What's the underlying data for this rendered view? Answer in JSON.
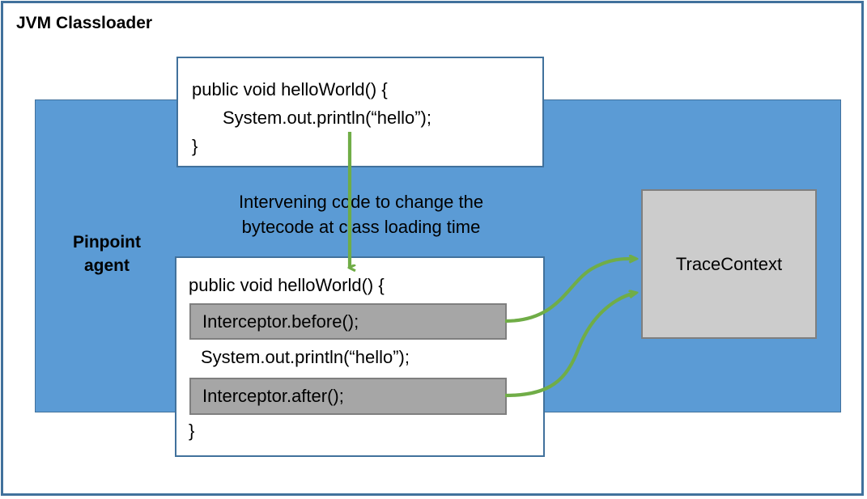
{
  "frame": {
    "title": "JVM Classloader",
    "border_color": "#41719C"
  },
  "agent_region": {
    "label": "Pinpoint\nagent",
    "label_line1": "Pinpoint",
    "label_line2": "agent",
    "fill_color": "#5B9BD5"
  },
  "original_code_box": {
    "lines": [
      "public void helloWorld() {",
      "System.out.println(“hello”);",
      "}"
    ]
  },
  "instrumented_code_box": {
    "line_signature": "public void helloWorld() {",
    "interceptor_before": "Interceptor.before();",
    "line_body": "System.out.println(“hello”);",
    "interceptor_after": "Interceptor.after();",
    "line_close": "}",
    "highlight_color": "#A6A6A6"
  },
  "annotation": {
    "line1": "Intervening code to change the",
    "line2": "bytecode at class loading time"
  },
  "trace_context": {
    "label": "TraceContext",
    "fill_color": "#CCCCCC"
  },
  "arrows": {
    "color": "#70AD47",
    "transform_arrow_name": "bytecode-transform-arrow",
    "before_arrow_name": "interceptor-before-to-tracecontext-arrow",
    "after_arrow_name": "interceptor-after-to-tracecontext-arrow"
  }
}
